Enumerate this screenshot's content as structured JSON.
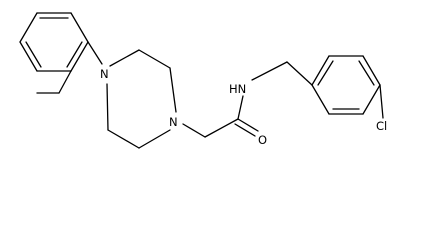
{
  "structure": {
    "atom_labels": {
      "piperazine_n1": "N",
      "piperazine_n4": "N",
      "amide_nh": "HN",
      "carbonyl_o": "O",
      "chlorine": "Cl"
    },
    "colors": {
      "bond": "#000000",
      "background": "#ffffff"
    }
  }
}
